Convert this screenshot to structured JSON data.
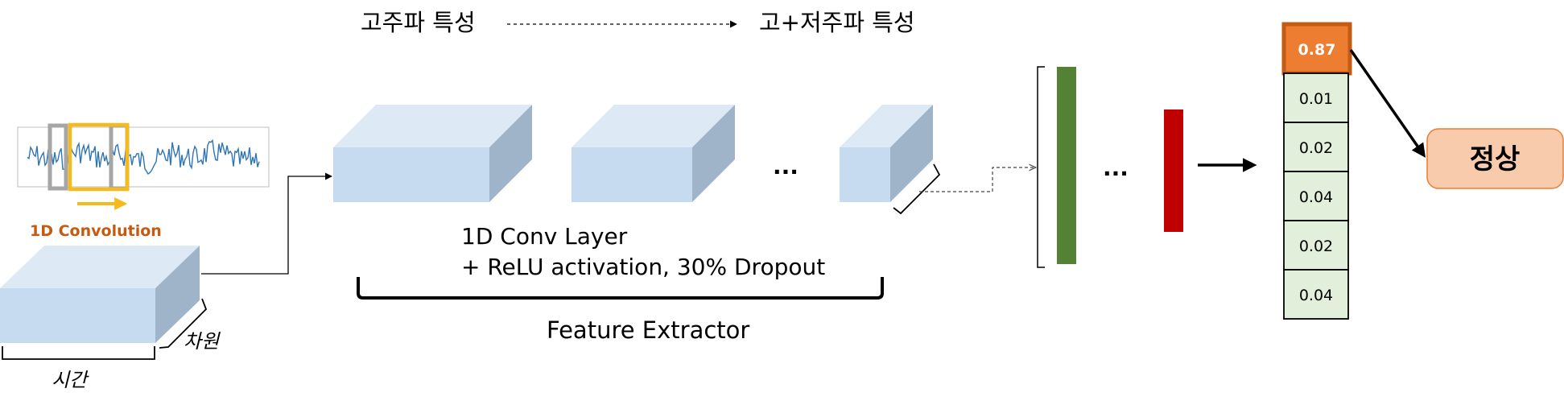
{
  "header": {
    "high_freq_label": "고주파 특성",
    "combined_freq_label": "고+저주파 특성"
  },
  "input": {
    "conv_label": "1D Convolution",
    "time_label": "시간",
    "dimension_label": "차원"
  },
  "feature_extractor": {
    "layer_line1": "1D Conv Layer",
    "layer_line2": "+ ReLU activation,  30% Dropout",
    "title": "Feature Extractor",
    "ellipsis": "..."
  },
  "dense": {
    "ellipsis": "..."
  },
  "output": {
    "probabilities": [
      "0.87",
      "0.01",
      "0.02",
      "0.04",
      "0.02",
      "0.04"
    ],
    "result_label": "정상"
  },
  "colors": {
    "block_front": "#c6dbef",
    "block_top": "#dde9f5",
    "block_side": "#9fb4c8",
    "conv_window": "#f5bb1d",
    "conv_label": "#c55a11",
    "gray_window": "#a6a6a6",
    "signal": "#2e75b6",
    "dense_green": "#548235",
    "dense_red": "#c00000",
    "highlight_fill": "#ed7d31",
    "highlight_border": "#c55a11",
    "prob_fill": "#e2efda",
    "result_fill": "#f8cbad",
    "result_border": "#ed7d31"
  }
}
